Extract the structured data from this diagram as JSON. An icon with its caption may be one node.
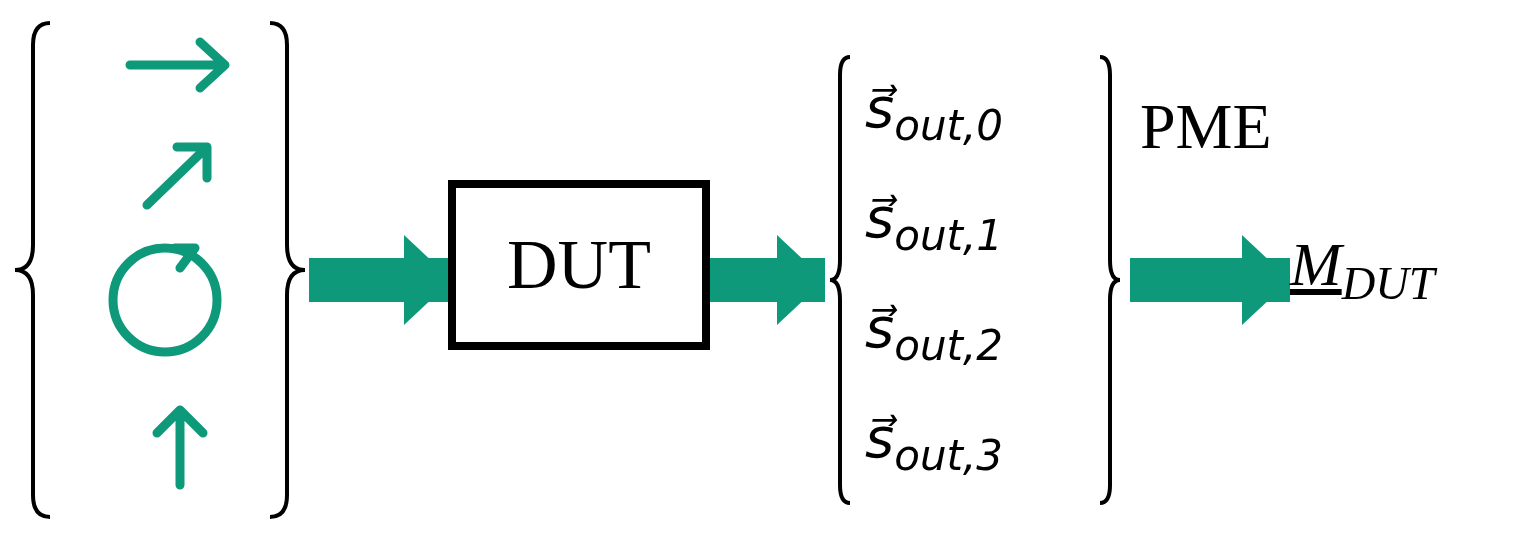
{
  "diagram": {
    "nodes": [
      {
        "text": [],
        "shape": "picture"
      },
      {
        "text": [
          "DUT"
        ]
      },
      {
        "text": [
          "s⃗$_{out,0}$",
          "s⃗$_{out,1}$",
          "s⃗$_{out,2}$",
          "s⃗$_{out,3}$"
        ]
      },
      {
        "text": [
          "M$_{DUT}$"
        ]
      }
    ],
    "edges": [
      {
        "from": 0,
        "to": 1,
        "arrow": "to"
      },
      {
        "from": 1,
        "to": 2,
        "arrow": "to"
      },
      {
        "from": 2,
        "to": 3,
        "arrow": "to",
        "label": "PME"
      }
    ]
  }
}
